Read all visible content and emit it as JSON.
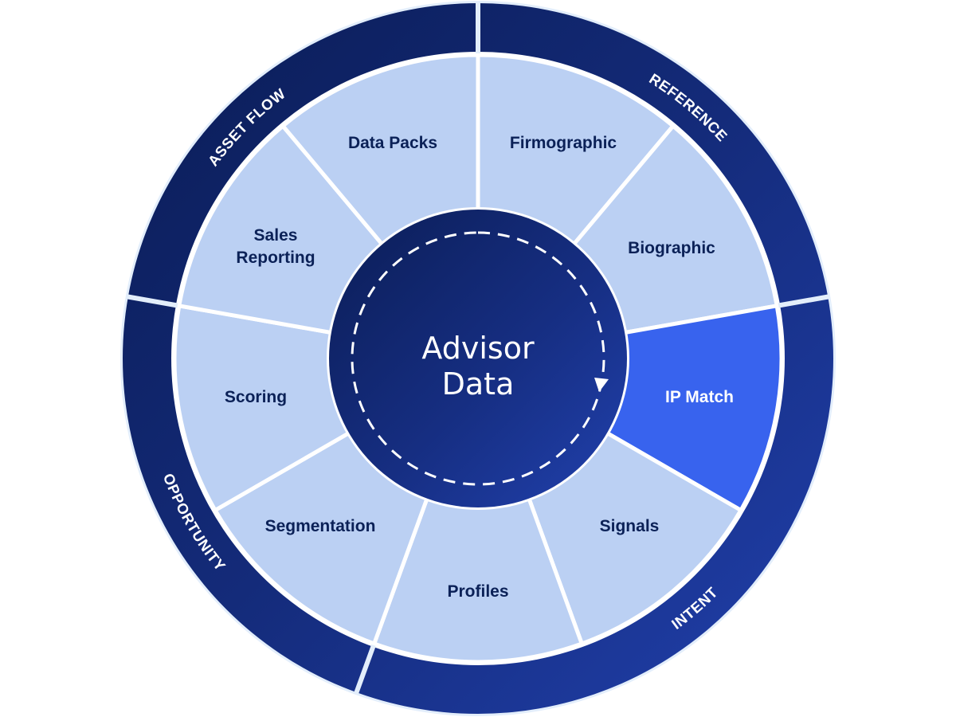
{
  "diagram": {
    "center": {
      "title_line1": "Advisor",
      "title_line2": "Data"
    },
    "categories": [
      {
        "id": "reference",
        "label": "REFERENCE",
        "start_deg": 0,
        "end_deg": 80
      },
      {
        "id": "intent",
        "label": "INTENT",
        "start_deg": 80,
        "end_deg": 200
      },
      {
        "id": "opportunity",
        "label": "OPPORTUNITY",
        "start_deg": 200,
        "end_deg": 280
      },
      {
        "id": "asset-flow",
        "label": "ASSET FLOW",
        "start_deg": 280,
        "end_deg": 360
      }
    ],
    "segments": [
      {
        "id": "firmographic",
        "label": "Firmographic",
        "category": "REFERENCE",
        "highlighted": false
      },
      {
        "id": "biographic",
        "label": "Biographic",
        "category": "REFERENCE",
        "highlighted": false
      },
      {
        "id": "ip-match",
        "label": "IP Match",
        "category": "INTENT",
        "highlighted": true
      },
      {
        "id": "signals",
        "label": "Signals",
        "category": "INTENT",
        "highlighted": false
      },
      {
        "id": "profiles",
        "label": "Profiles",
        "category": "INTENT",
        "highlighted": false
      },
      {
        "id": "segmentation",
        "label": "Segmentation",
        "category": "OPPORTUNITY",
        "highlighted": false
      },
      {
        "id": "scoring",
        "label": "Scoring",
        "category": "OPPORTUNITY",
        "highlighted": false
      },
      {
        "id": "sales-reporting",
        "label_line1": "Sales",
        "label_line2": "Reporting",
        "category": "ASSET FLOW",
        "highlighted": false
      },
      {
        "id": "data-packs",
        "label": "Data Packs",
        "category": "ASSET FLOW",
        "highlighted": false
      }
    ],
    "colors": {
      "ring_dark": "#0c2160",
      "ring_bright": "#1f3aa6",
      "segment_fill": "#bbd0f3",
      "segment_highlight": "#3863ee",
      "segment_text": "#0b2157",
      "border_light": "#e3eefb",
      "divider": "#ffffff"
    }
  }
}
